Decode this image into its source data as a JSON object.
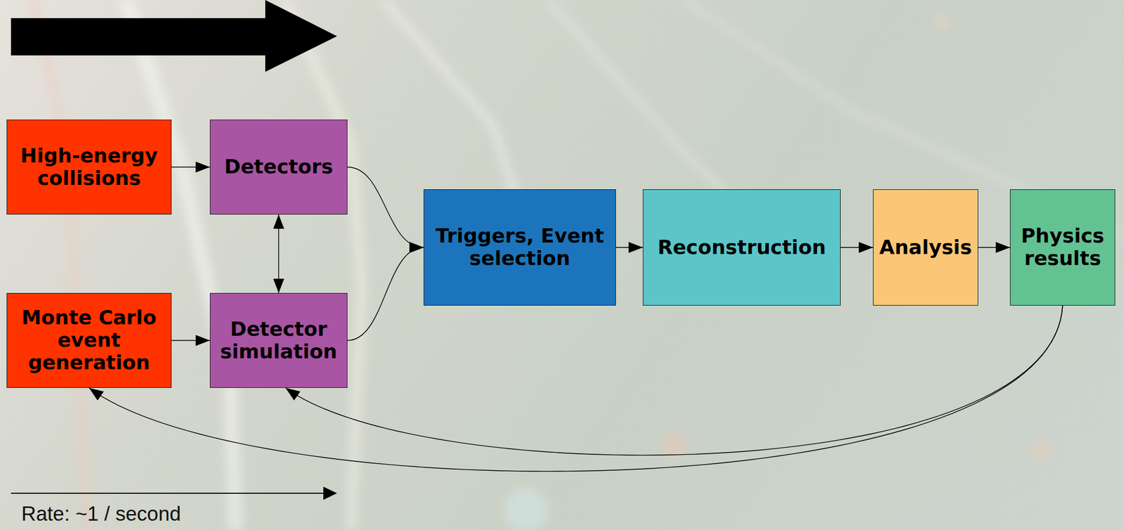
{
  "diagram": {
    "nodes": [
      {
        "text": [
          "High-energy collisions"
        ]
      },
      {
        "text": [
          "Detectors"
        ]
      },
      {
        "text": [
          "Monte Carlo event generation"
        ]
      },
      {
        "text": [
          "Detector simulation"
        ]
      },
      {
        "text": [
          "Triggers, Event selection"
        ]
      },
      {
        "text": [
          "Reconstruction"
        ]
      },
      {
        "text": [
          "Analysis"
        ]
      },
      {
        "text": [
          "Physics results"
        ]
      }
    ],
    "edges": [
      {
        "from": 0,
        "to": 1,
        "arrow": "to"
      },
      {
        "from": 2,
        "to": 3,
        "arrow": "to"
      },
      {
        "from": 1,
        "to": 3,
        "arrow": "both"
      },
      {
        "from": 1,
        "to": 4,
        "arrow": "to"
      },
      {
        "from": 3,
        "to": 4,
        "arrow": "to"
      },
      {
        "from": 4,
        "to": 5,
        "arrow": "to"
      },
      {
        "from": 5,
        "to": 6,
        "arrow": "to"
      },
      {
        "from": 6,
        "to": 7,
        "arrow": "to"
      },
      {
        "from": 7,
        "to": 2,
        "arrow": "to"
      },
      {
        "from": 7,
        "to": 3,
        "arrow": "to"
      }
    ],
    "labels": [
      "Rate: ~1 / second"
    ]
  }
}
